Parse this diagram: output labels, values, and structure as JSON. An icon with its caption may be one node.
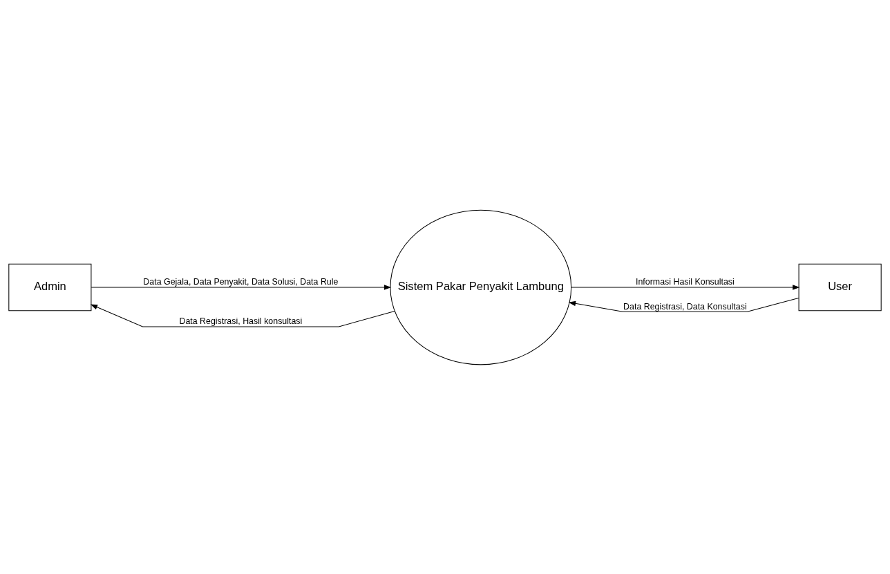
{
  "diagram": {
    "nodes": [
      {
        "text": [
          "Admin"
        ]
      },
      {
        "text": [
          "Sistem Pakar Penyakit Lambung"
        ]
      },
      {
        "text": [
          "User"
        ]
      }
    ],
    "edges": [
      {
        "from": 1,
        "to": 0,
        "arrow": "to",
        "label": "Data Registrasi, Hasil konsultasi"
      },
      {
        "from": 0,
        "to": 1,
        "arrow": "to",
        "label": "Data Gejala, Data Penyakit, Data Solusi, Data Rule"
      },
      {
        "from": 1,
        "to": 2,
        "arrow": "to",
        "label": "Informasi Hasil Konsultasi"
      },
      {
        "from": 2,
        "to": 1,
        "arrow": "to",
        "label": "Data Registrasi, Data Konsultasi"
      }
    ]
  }
}
